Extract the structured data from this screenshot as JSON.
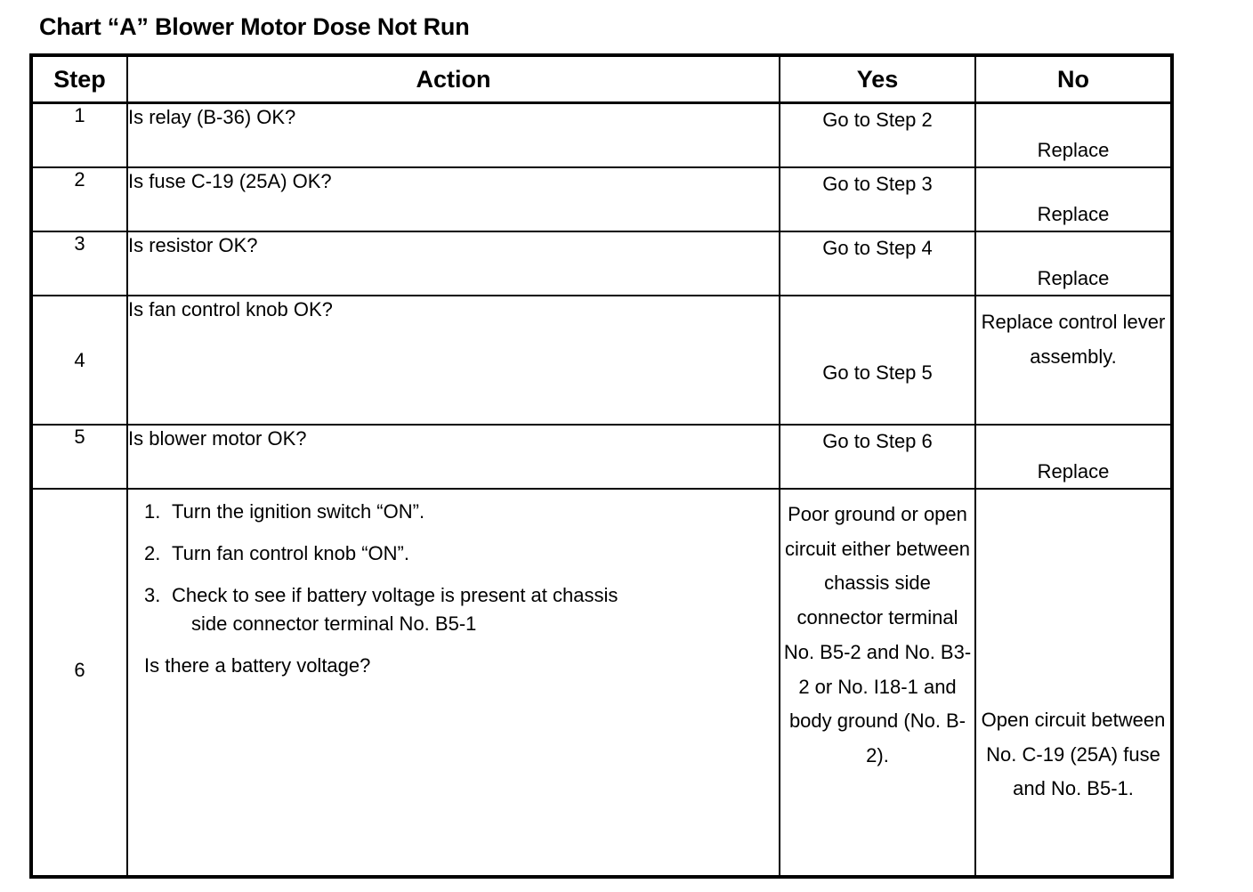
{
  "title": "Chart “A” Blower Motor Dose Not Run",
  "table": {
    "headers": {
      "step": "Step",
      "action": "Action",
      "yes": "Yes",
      "no": "No"
    },
    "rows": [
      {
        "step": "1",
        "action": "Is relay (B-36) OK?",
        "yes": "Go to Step 2",
        "no": "Replace"
      },
      {
        "step": "2",
        "action": "Is fuse C-19 (25A) OK?",
        "yes": "Go to Step 3",
        "no": "Replace"
      },
      {
        "step": "3",
        "action": "Is resistor OK?",
        "yes": "Go to Step 4",
        "no": "Replace"
      },
      {
        "step": "4",
        "action": "Is fan control knob OK?",
        "yes": "Go to Step 5",
        "no": "Replace control lever assembly."
      },
      {
        "step": "5",
        "action": "Is blower motor OK?",
        "yes": "Go to Step 6",
        "no": "Replace"
      },
      {
        "step": "6",
        "action_items": [
          {
            "num": "1.",
            "text": "Turn the ignition switch “ON”."
          },
          {
            "num": "2.",
            "text": "Turn fan control knob “ON”."
          },
          {
            "num": "3.",
            "text": "Check to see if battery voltage is present at chassis",
            "continuation": "side connector terminal   No. B5-1"
          }
        ],
        "action_question": "Is there a battery voltage?",
        "yes": "Poor ground or open circuit either between chassis side connector terminal No. B5-2 and No. B3-2 or No. I18-1 and body ground (No. B-2).",
        "no": "Open circuit between No. C-19 (25A) fuse and No. B5-1."
      }
    ]
  }
}
